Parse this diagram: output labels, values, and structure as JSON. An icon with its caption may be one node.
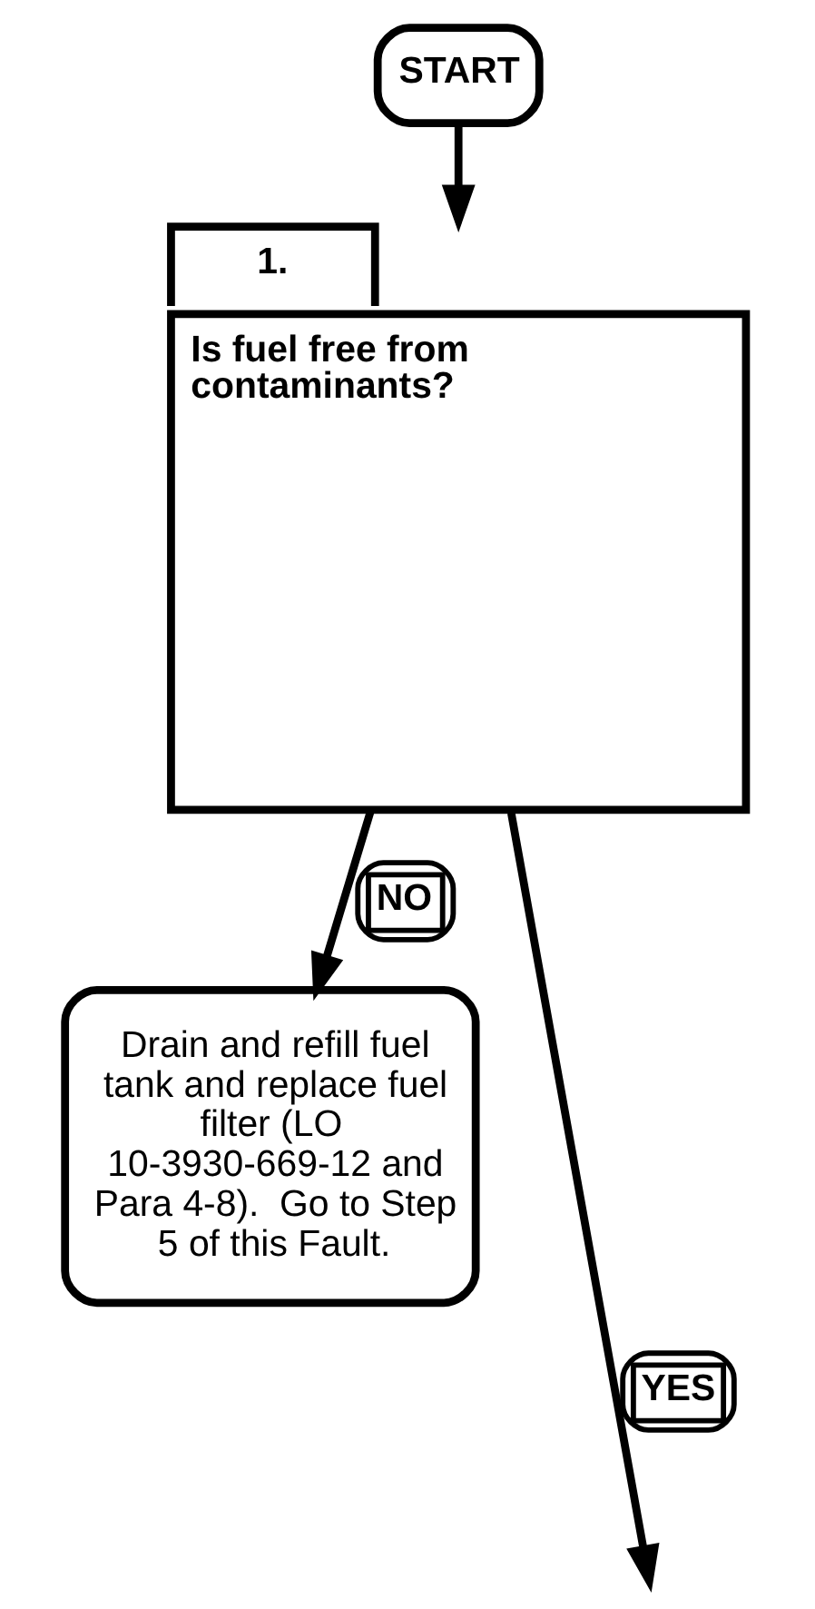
{
  "diagram": {
    "nodes": [
      {
        "text": [
          "START"
        ]
      },
      {
        "text": [
          "1.",
          "Is fuel free from contaminants?"
        ]
      },
      {
        "text": [
          "Drain and refill fuel tank and replace fuel filter (LO 10-3930-669-12 and Para 4-8).  Go to Step 5 of this Fault."
        ]
      }
    ],
    "edges": [
      {
        "from": 0,
        "to": 1,
        "arrow": "to"
      },
      {
        "from": 1,
        "to": 2,
        "arrow": "to",
        "label": "NO"
      },
      {
        "from": 1,
        "to": null,
        "arrow": "to",
        "label": "YES"
      }
    ]
  }
}
